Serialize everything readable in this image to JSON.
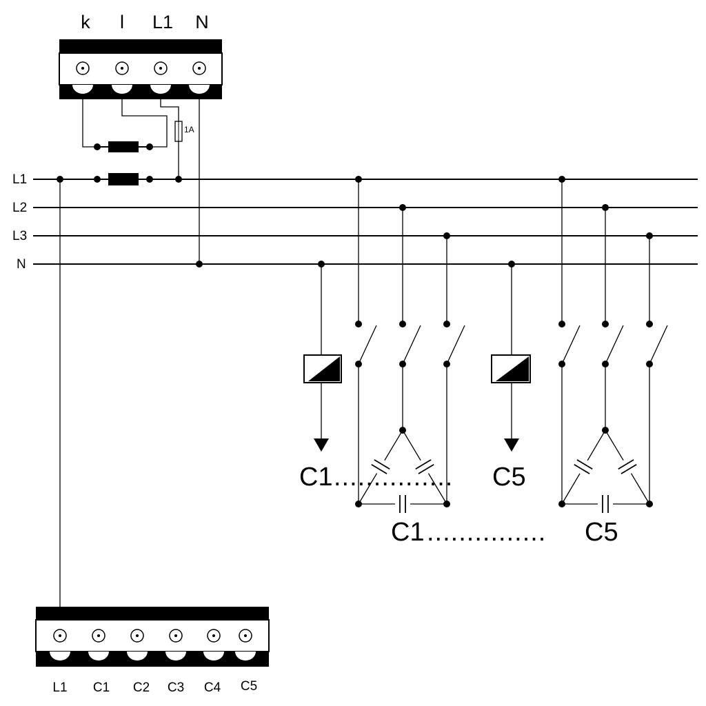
{
  "top_terminal": {
    "labels": [
      "k",
      "l",
      "L1",
      "N"
    ]
  },
  "fuse": {
    "rating": "1A"
  },
  "bus": {
    "lines": [
      "L1",
      "L2",
      "L3",
      "N"
    ]
  },
  "capacitor_banks": {
    "single_phase_range": {
      "start": "C1",
      "dots": "...............",
      "end": "C5"
    },
    "three_phase_range": {
      "start": "C1",
      "dots": "...............",
      "end": "C5"
    }
  },
  "bottom_terminal": {
    "labels": [
      "L1",
      "C1",
      "C2",
      "C3",
      "C4",
      "C5"
    ]
  }
}
